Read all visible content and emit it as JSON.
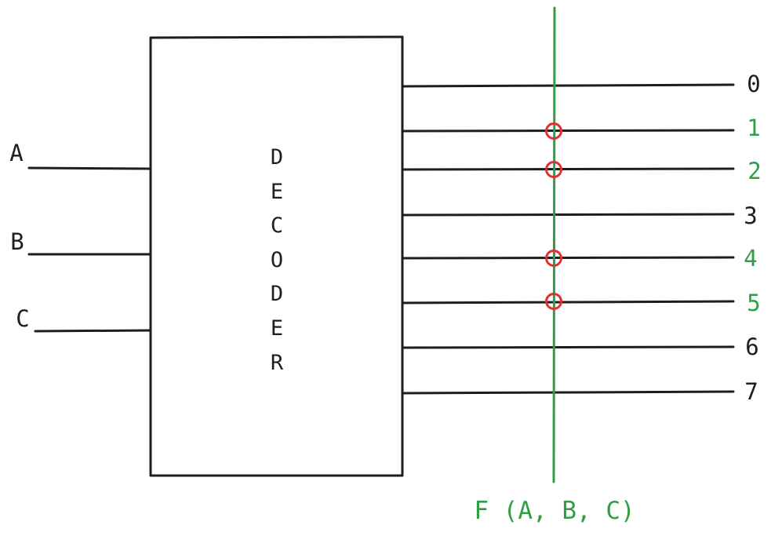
{
  "colors": {
    "ink": "#1e1e1e",
    "function_line": "#2f9e44",
    "selected_marker": "#e03131",
    "background": "#ffffff"
  },
  "block": {
    "label_letters": [
      "D",
      "E",
      "C",
      "O",
      "D",
      "E",
      "R"
    ]
  },
  "inputs": [
    {
      "label": "A"
    },
    {
      "label": "B"
    },
    {
      "label": "C"
    }
  ],
  "outputs": [
    {
      "label": "0",
      "selected": false
    },
    {
      "label": "1",
      "selected": true
    },
    {
      "label": "2",
      "selected": true
    },
    {
      "label": "3",
      "selected": false
    },
    {
      "label": "4",
      "selected": true
    },
    {
      "label": "5",
      "selected": true
    },
    {
      "label": "6",
      "selected": false
    },
    {
      "label": "7",
      "selected": false
    }
  ],
  "function_label": "F (A, B, C)"
}
